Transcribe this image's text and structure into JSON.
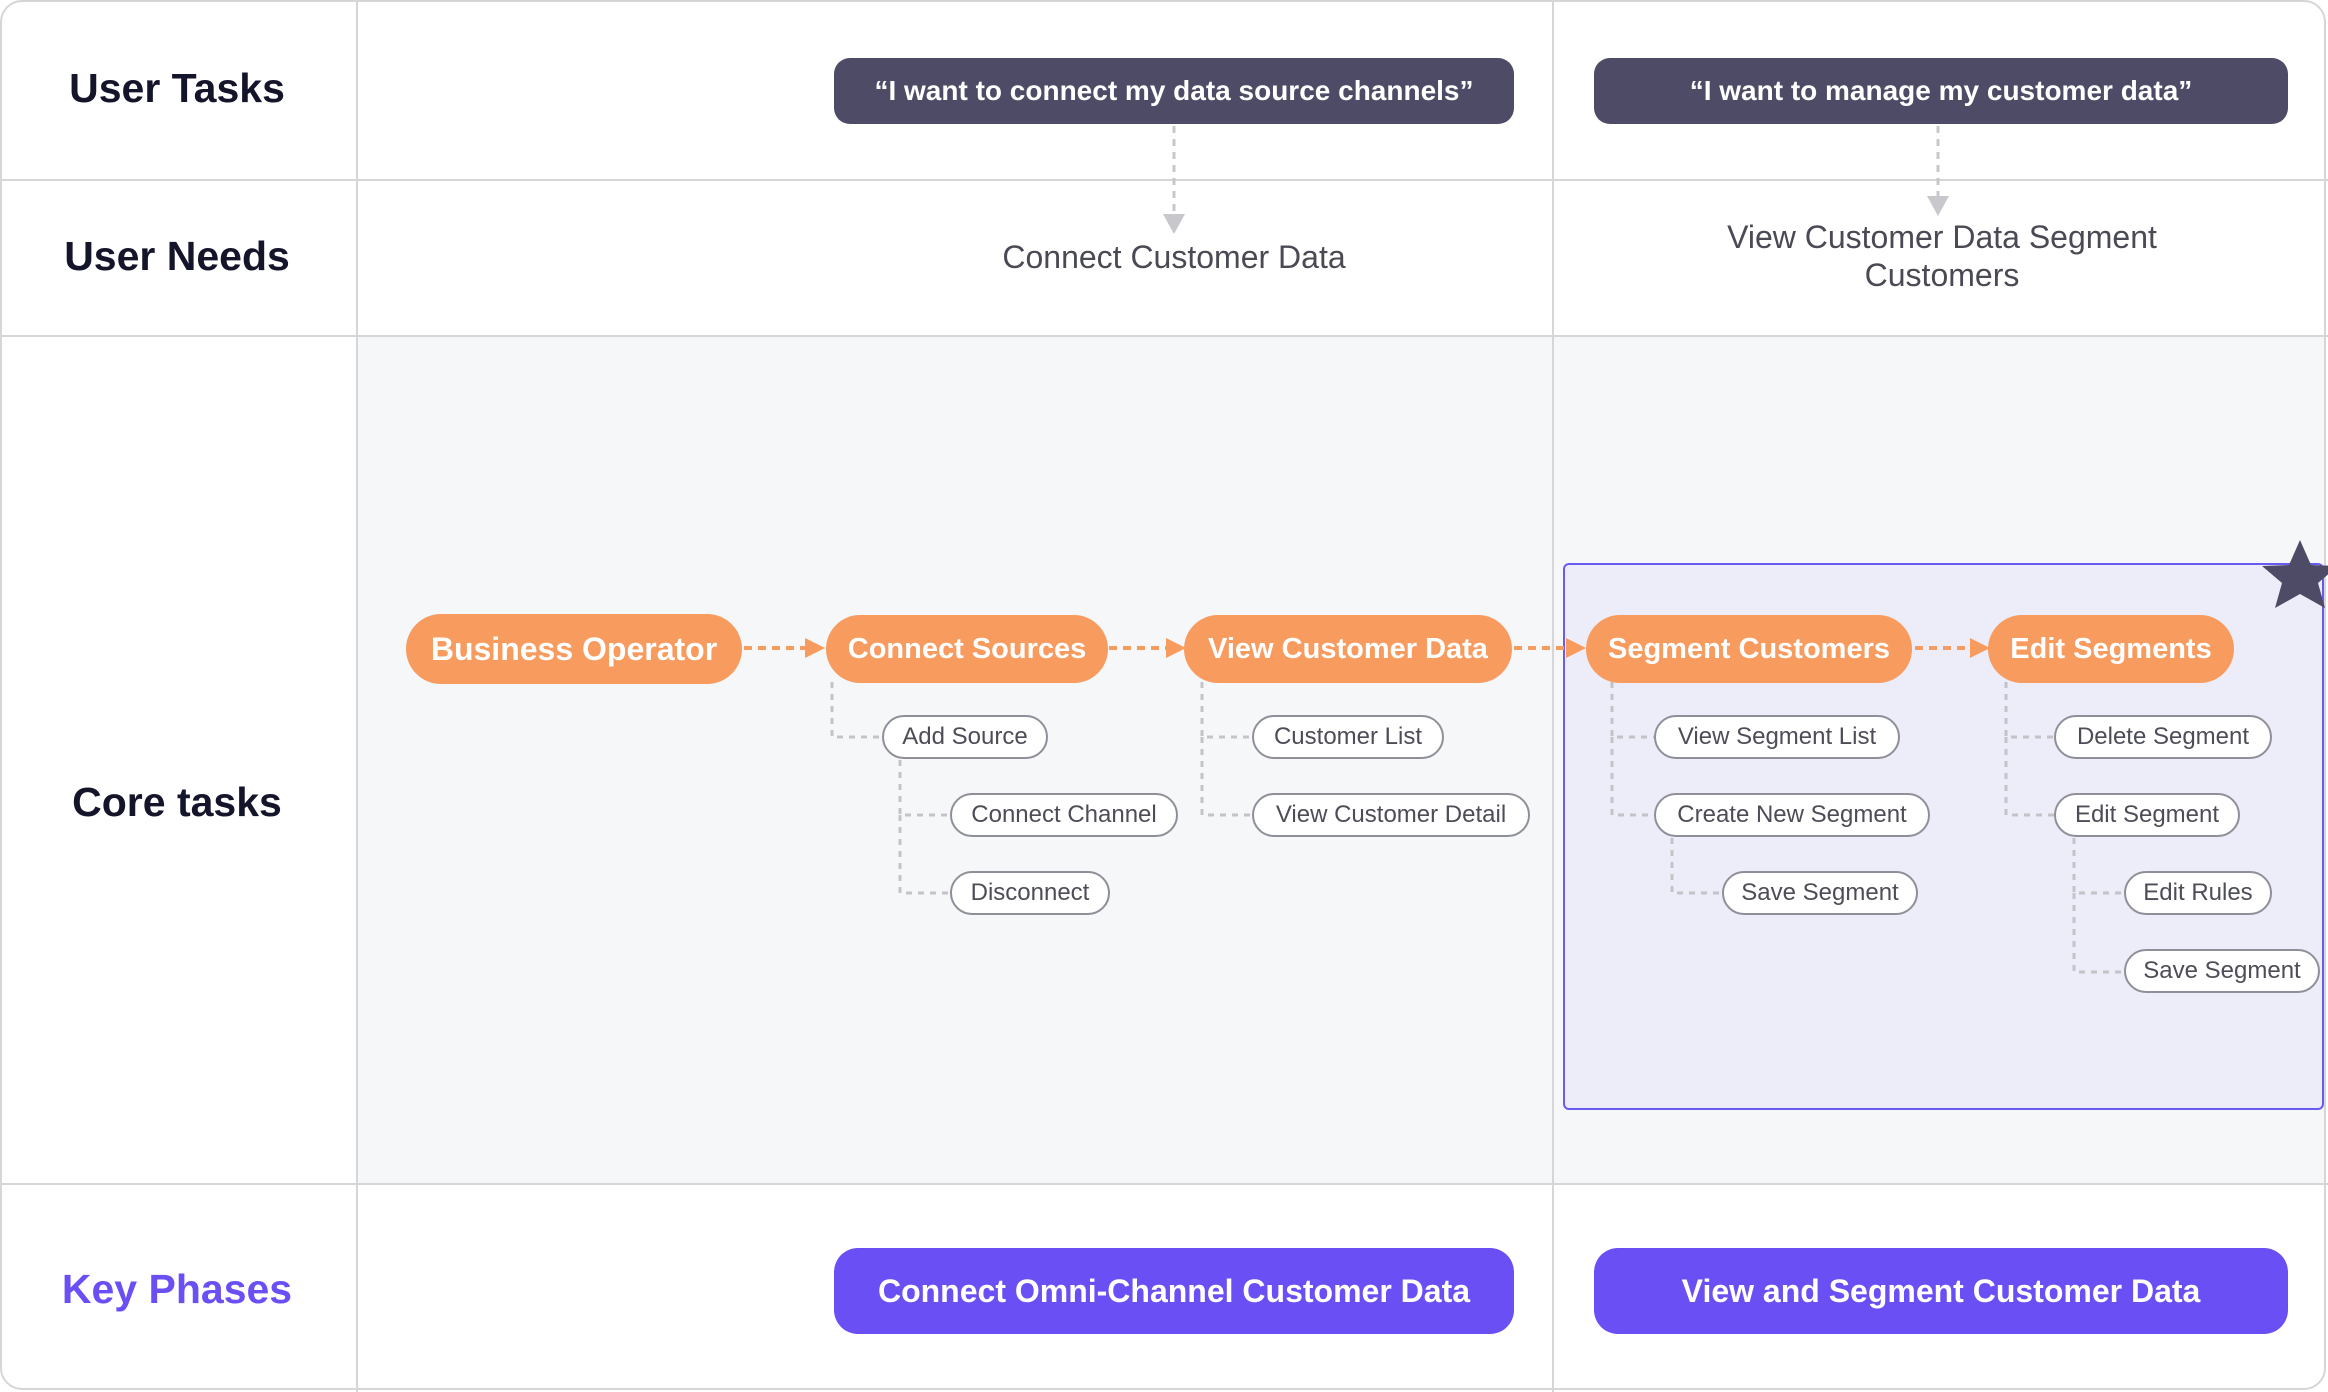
{
  "rows": {
    "user_tasks": "User Tasks",
    "user_needs": "User Needs",
    "core_tasks": "Core tasks",
    "key_phases": "Key Phases"
  },
  "user_tasks": [
    "“I want to connect my data source channels”",
    "“I want to manage my customer data”"
  ],
  "user_needs": [
    "Connect Customer Data",
    "View Customer Data Segment Customers"
  ],
  "core": {
    "actor": "Business Operator",
    "steps": [
      {
        "label": "Connect Sources",
        "subs": [
          "Add Source",
          "Connect Channel",
          "Disconnect"
        ]
      },
      {
        "label": "View Customer Data",
        "subs": [
          "Customer List",
          "View Customer Detail"
        ]
      },
      {
        "label": "Segment Customers",
        "subs": [
          "View Segment List",
          "Create New Segment",
          "Save Segment"
        ]
      },
      {
        "label": "Edit Segments",
        "subs": [
          "Delete Segment",
          "Edit Segment",
          "Edit Rules",
          "Save Segment"
        ]
      }
    ]
  },
  "key_phases": [
    "Connect Omni-Channel Customer Data",
    "View and Segment Customer Data"
  ],
  "colors": {
    "task_pill": "#f89b5f",
    "quote_bg": "#4d4b66",
    "phase_bg": "#6a4ff5",
    "focus_border": "#6a5bf0",
    "focus_bg": "#ecedf8",
    "core_bg": "#f6f7f9"
  },
  "icons": [
    "star-icon"
  ]
}
